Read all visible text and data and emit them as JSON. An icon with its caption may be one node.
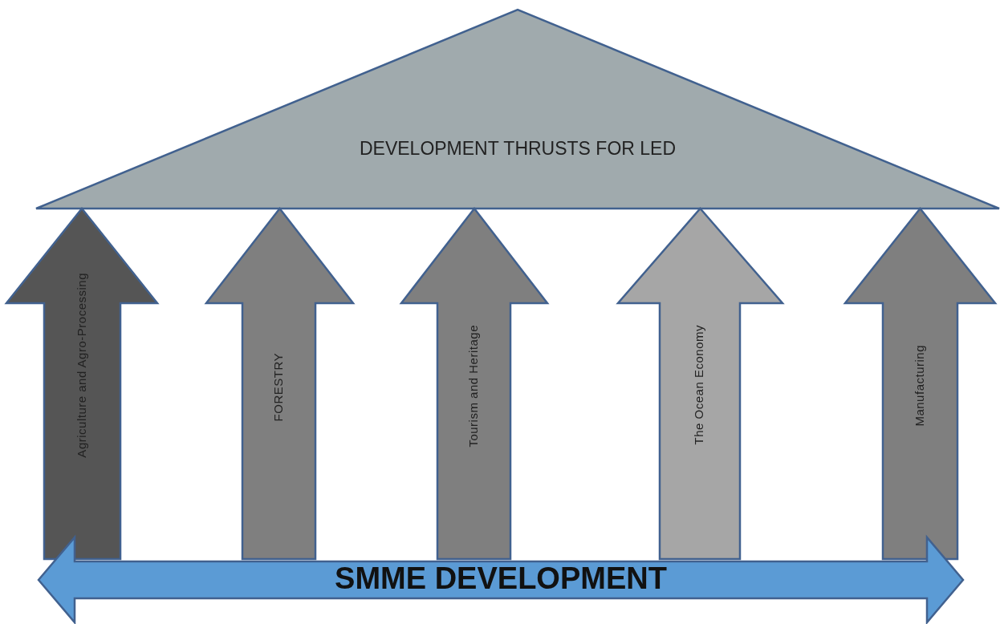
{
  "diagram": {
    "nodes": [
      {
        "text": [
          "DEVELOPMENT THRUSTS FOR LED"
        ]
      },
      {
        "text": [
          "Agriculture and Agro-Processing"
        ]
      },
      {
        "text": [
          "FORESTRY"
        ]
      },
      {
        "text": [
          "Tourism and Heritage"
        ]
      },
      {
        "text": [
          "The Ocean Economy"
        ]
      },
      {
        "text": [
          "Manufacturing"
        ]
      },
      {
        "text": [
          "SMME DEVELOPMENT"
        ]
      }
    ]
  }
}
